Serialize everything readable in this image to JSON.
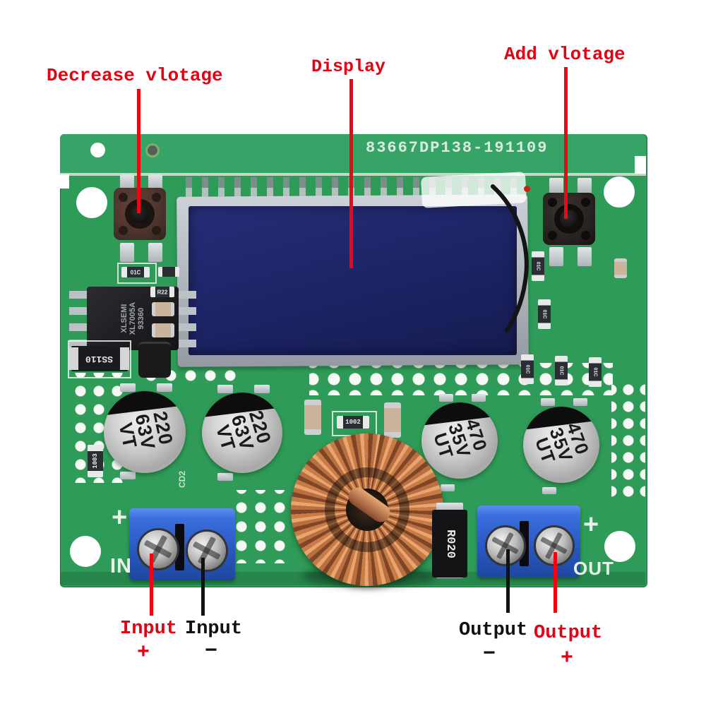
{
  "annotations": {
    "decrease_label": "Decrease vlotage",
    "display_label": "Display",
    "add_label": "Add vlotage",
    "input_pos": {
      "word": "Input",
      "sign": "+"
    },
    "input_neg": {
      "word": "Input",
      "sign": "−"
    },
    "output_neg": {
      "word": "Output",
      "sign": "−"
    },
    "output_pos": {
      "word": "Output",
      "sign": "+"
    }
  },
  "board": {
    "serial": "83667DP138-191109",
    "silk": {
      "in": "IN",
      "out": "OUT",
      "in_plus": "+",
      "out_plus": "+",
      "cd2": "CD2"
    },
    "ic_regulator": {
      "brand": "XLSEMI",
      "part": "XL7005A",
      "batch": "93360"
    },
    "diode": "SS110",
    "shunt": "R020",
    "resistors": {
      "r1002": "1002",
      "r1003": "1003",
      "r01c": "01C",
      "r22": "R22"
    },
    "cap_in": {
      "capacity": "220",
      "voltage": "63V",
      "series": "VT"
    },
    "cap_out": {
      "capacity": "470",
      "voltage": "35V",
      "series": "UT"
    }
  },
  "colors": {
    "annotation_red": "#e60012",
    "pcb_green": "#2f9b58",
    "pcb_rail_green": "#36a466",
    "lcd_navy": "#1c2363",
    "terminal_blue": "#2b5ec7",
    "copper": "#c07c4e"
  }
}
